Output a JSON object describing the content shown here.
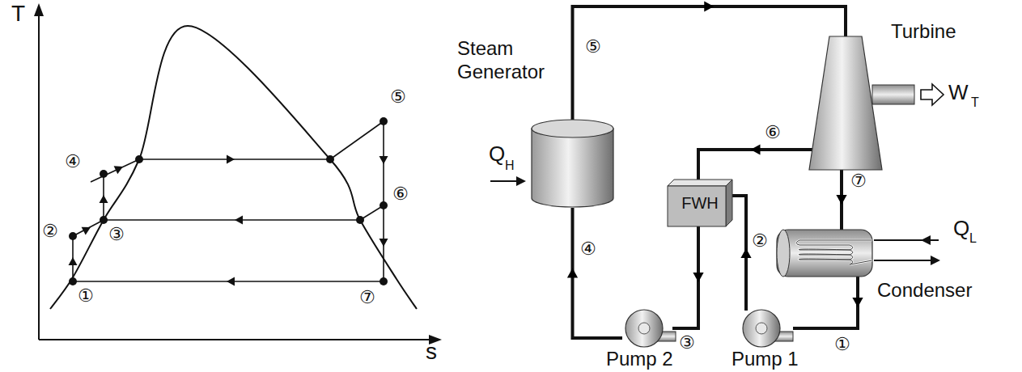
{
  "diagram": {
    "nodes": [
      {
        "text": [
          "Steam Generator"
        ]
      },
      {
        "text": [
          "Turbine"
        ]
      },
      {
        "text": [
          "FWH"
        ]
      },
      {
        "text": [
          "Condenser"
        ]
      },
      {
        "text": [
          "Pump 1"
        ]
      },
      {
        "text": [
          "Pump 2"
        ]
      }
    ],
    "edges": [
      {
        "from": 0,
        "to": 1,
        "label": "⑤",
        "arrow": "to"
      },
      {
        "from": 1,
        "to": 2,
        "label": "⑥",
        "arrow": "to"
      },
      {
        "from": 1,
        "to": 3,
        "label": "⑦",
        "arrow": "to"
      },
      {
        "from": 3,
        "to": 4,
        "label": "①",
        "arrow": "to"
      },
      {
        "from": 4,
        "to": 2,
        "label": "②",
        "arrow": "to"
      },
      {
        "from": 2,
        "to": 5,
        "label": "③",
        "arrow": "to"
      },
      {
        "from": 5,
        "to": 0,
        "label": "④",
        "arrow": "to"
      }
    ],
    "labels": [
      "T",
      "s",
      "①",
      "②",
      "③",
      "④",
      "⑤",
      "⑥",
      "⑦",
      "Q",
      "H",
      "W",
      "T",
      "Q",
      "L"
    ]
  }
}
